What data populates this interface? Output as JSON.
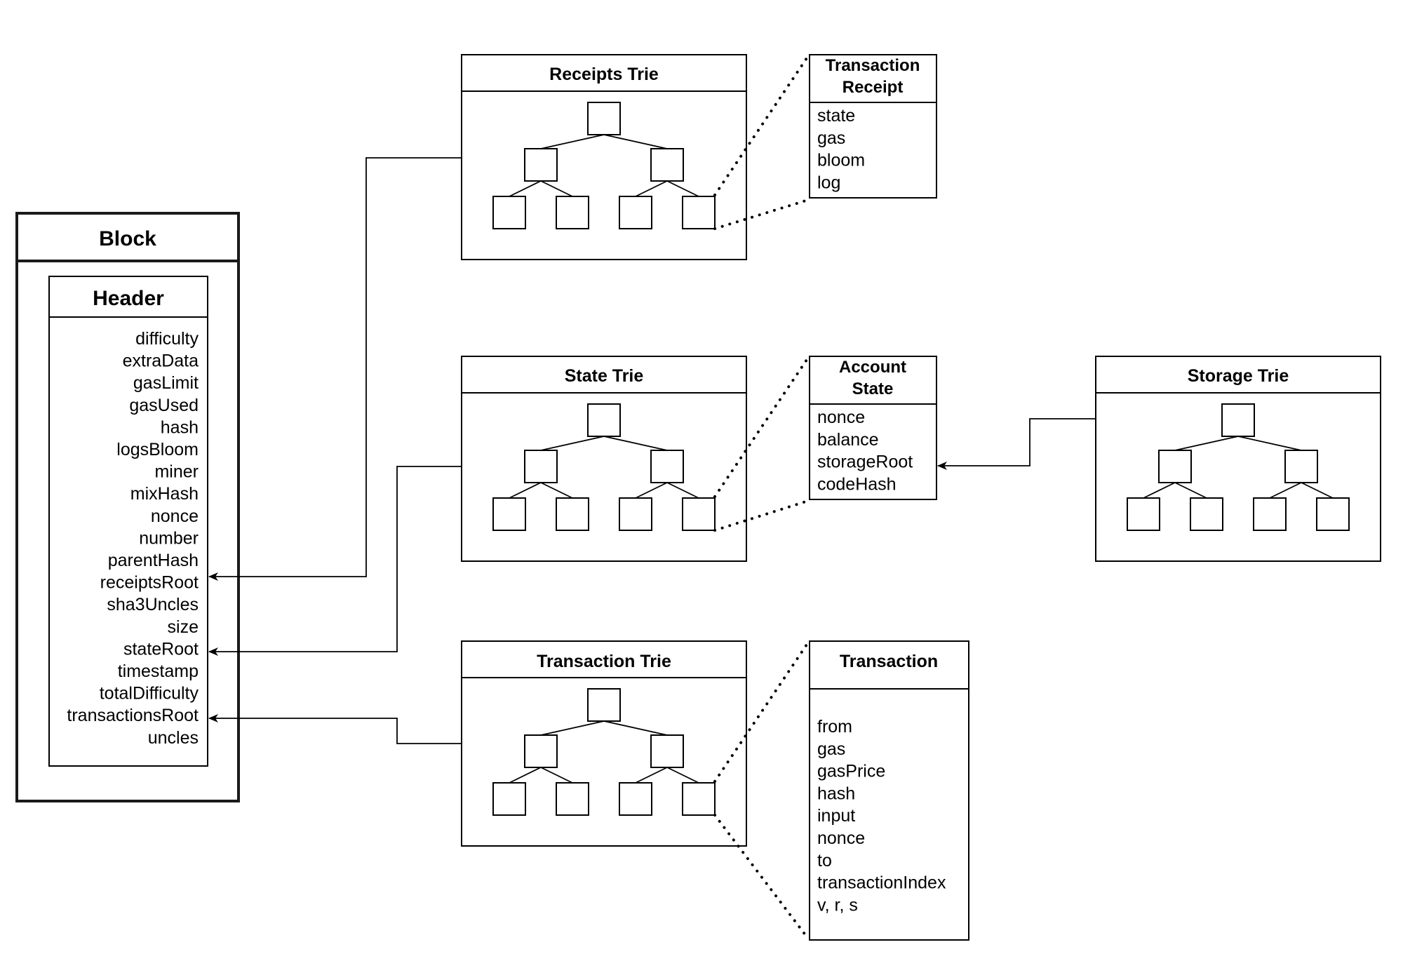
{
  "block": {
    "title": "Block",
    "header": {
      "title": "Header",
      "fields": [
        "difficulty",
        "extraData",
        "gasLimit",
        "gasUsed",
        "hash",
        "logsBloom",
        "miner",
        "mixHash",
        "nonce",
        "number",
        "parentHash",
        "receiptsRoot",
        "sha3Uncles",
        "size",
        "stateRoot",
        "timestamp",
        "totalDifficulty",
        "transactionsRoot",
        "uncles"
      ]
    }
  },
  "tries": {
    "receipts": "Receipts Trie",
    "state": "State Trie",
    "transaction": "Transaction Trie",
    "storage": "Storage Trie"
  },
  "entities": {
    "receipt": {
      "title_lines": [
        "Transaction",
        "Receipt"
      ],
      "fields": [
        "state",
        "gas",
        "bloom",
        "log"
      ]
    },
    "account": {
      "title_lines": [
        "Account",
        "State"
      ],
      "fields": [
        "nonce",
        "balance",
        "storageRoot",
        "codeHash"
      ]
    },
    "transaction": {
      "title_lines": [
        "Transaction"
      ],
      "fields": [
        "from",
        "gas",
        "gasPrice",
        "hash",
        "input",
        "nonce",
        "to",
        "transactionIndex",
        "v, r, s"
      ]
    }
  }
}
